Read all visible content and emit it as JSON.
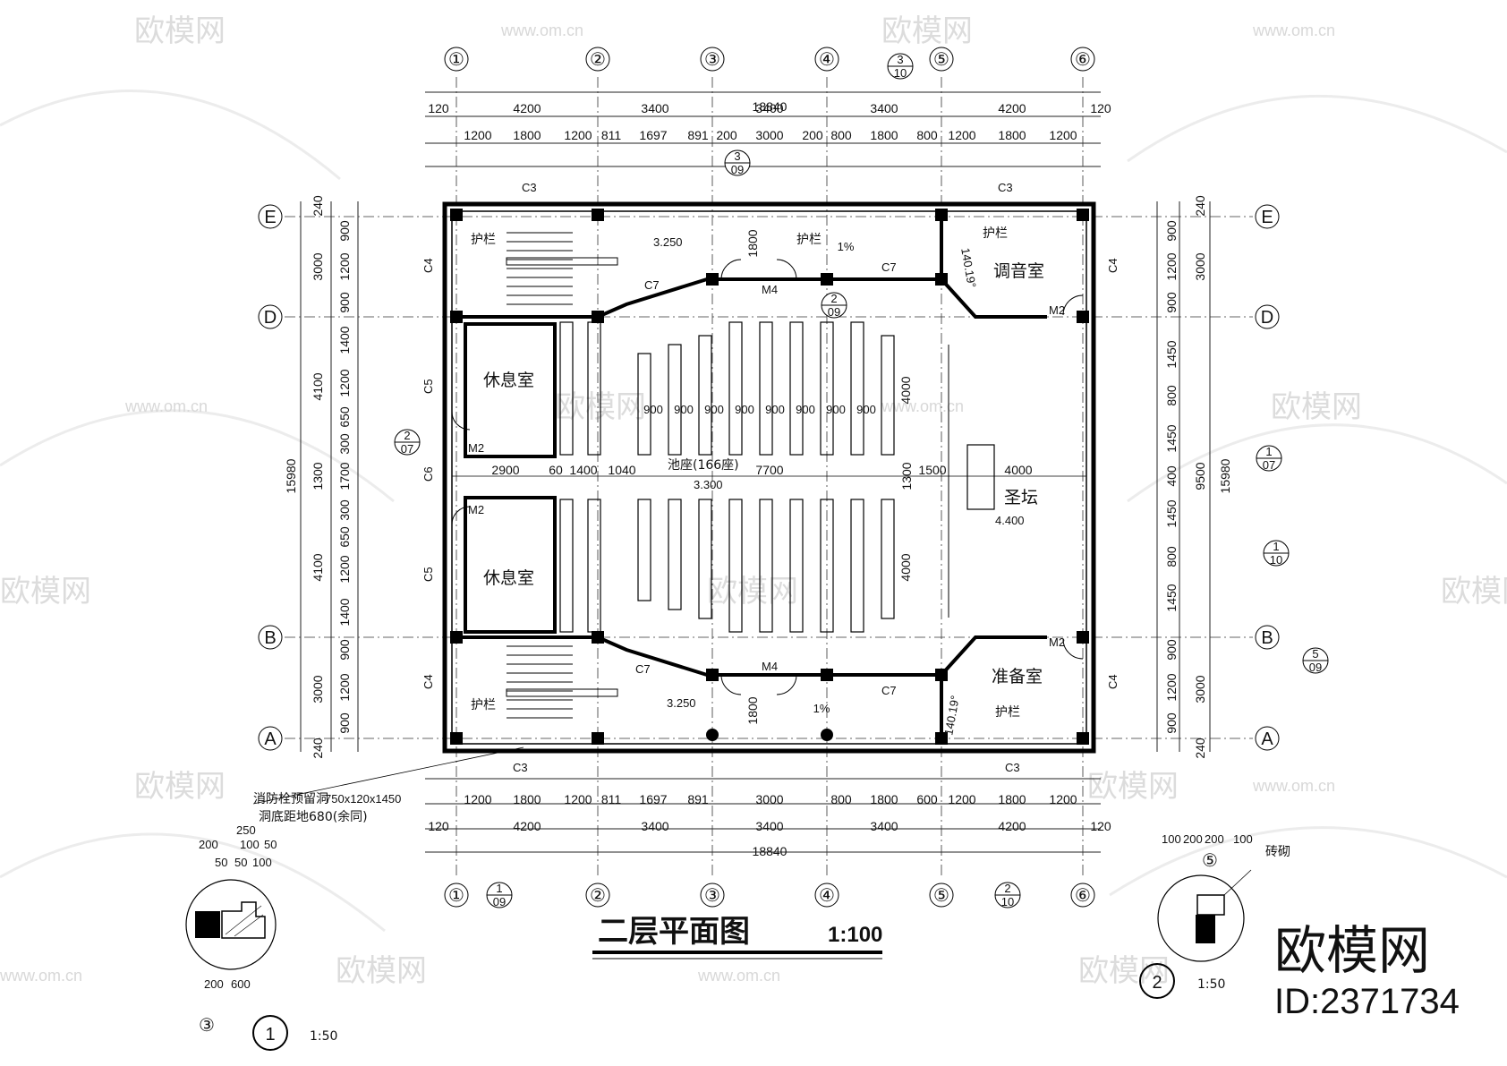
{
  "drawing": {
    "title": "二层平面图",
    "scale": "1:100",
    "total_width": "18840",
    "total_depth": "15980"
  },
  "axes": {
    "columns": [
      "①",
      "②",
      "③",
      "④",
      "⑤",
      "⑥"
    ],
    "rows": [
      "E",
      "D",
      "B",
      "A"
    ]
  },
  "rooms": {
    "lounge_top": "休息室",
    "lounge_bottom": "休息室",
    "tuning_room": "调音室",
    "prep_room": "准备室",
    "altar": "圣坛",
    "altar_elev": "4.400",
    "pool_seats": "池座(166座)",
    "floor_elev": "3.300",
    "landing_elev_top": "3.250",
    "landing_elev_bottom": "3.250",
    "railing": "护栏"
  },
  "dims_top": {
    "row1": [
      "4200",
      "3400",
      "3400",
      "3400",
      "4200"
    ],
    "row2": [
      "1200",
      "1800",
      "1200",
      "811",
      "1697",
      "891",
      "200",
      "3000",
      "200",
      "800",
      "1800",
      "800",
      "1200",
      "1800",
      "1200"
    ],
    "edge": "120"
  },
  "dims_bottom": {
    "row1": [
      "1200",
      "1800",
      "1200",
      "811",
      "1697",
      "891",
      "3000",
      "800",
      "1800",
      "600",
      "1200",
      "1800",
      "1200"
    ],
    "row2": [
      "4200",
      "3400",
      "3400",
      "3400",
      "4200"
    ],
    "edge": "120"
  },
  "dims_left": {
    "row1": [
      "3000",
      "4100",
      "1300",
      "4100",
      "3000"
    ],
    "row2": [
      "900",
      "1200",
      "900",
      "1400",
      "1200",
      "650",
      "300",
      "1700",
      "300",
      "650",
      "1200",
      "1400",
      "900",
      "1200",
      "900"
    ],
    "edge": "240"
  },
  "dims_right": {
    "row1": [
      "3000",
      "9500",
      "3000"
    ],
    "row2": [
      "900",
      "1200",
      "900",
      "1450",
      "800",
      "1450",
      "400",
      "1450",
      "800",
      "1450",
      "900",
      "1200",
      "900"
    ],
    "edge": "240"
  },
  "interior_dims": {
    "seat_spacing": [
      "900",
      "900",
      "900",
      "900",
      "900",
      "900",
      "900",
      "900"
    ],
    "aisle": [
      "2900",
      "60",
      "1400",
      "1040",
      "7700",
      "1300",
      "1500",
      "4000"
    ],
    "stair_width": "1800",
    "angle": "140.19°",
    "slope": "1%"
  },
  "openings": {
    "C3": "C3",
    "C4": "C4",
    "C5": "C5",
    "C6": "C6",
    "C7": "C7",
    "M2": "M2",
    "M4": "M4"
  },
  "detail_refs": [
    {
      "num": "3",
      "sheet": "10"
    },
    {
      "num": "3",
      "sheet": "09"
    },
    {
      "num": "2",
      "sheet": "09"
    },
    {
      "num": "2",
      "sheet": "07"
    },
    {
      "num": "1",
      "sheet": "07"
    },
    {
      "num": "1",
      "sheet": "10"
    },
    {
      "num": "5",
      "sheet": "09"
    },
    {
      "num": "1",
      "sheet": "09"
    },
    {
      "num": "2",
      "sheet": "10"
    }
  ],
  "note": {
    "line1": "消防栓预留洞",
    "value1": "750x120x1450",
    "line2": "洞底距地680(余同)"
  },
  "details": {
    "d1_num": "1",
    "d1_scale": "1:50",
    "d1_axis": "③",
    "d1_dims_top": [
      "250",
      "200",
      "100",
      "50",
      "50",
      "50",
      "100"
    ],
    "d1_dims_bottom": [
      "200",
      "600"
    ],
    "d2_num": "2",
    "d2_scale": "1:50",
    "d2_axis": "⑤",
    "d2_dims_top": [
      "100",
      "200",
      "200",
      "100"
    ],
    "d2_label": "砖砌"
  },
  "brand": {
    "name": "欧模网",
    "id": "ID:2371734",
    "watermark_cn": "欧模网",
    "watermark_url": "www.om.cn"
  }
}
